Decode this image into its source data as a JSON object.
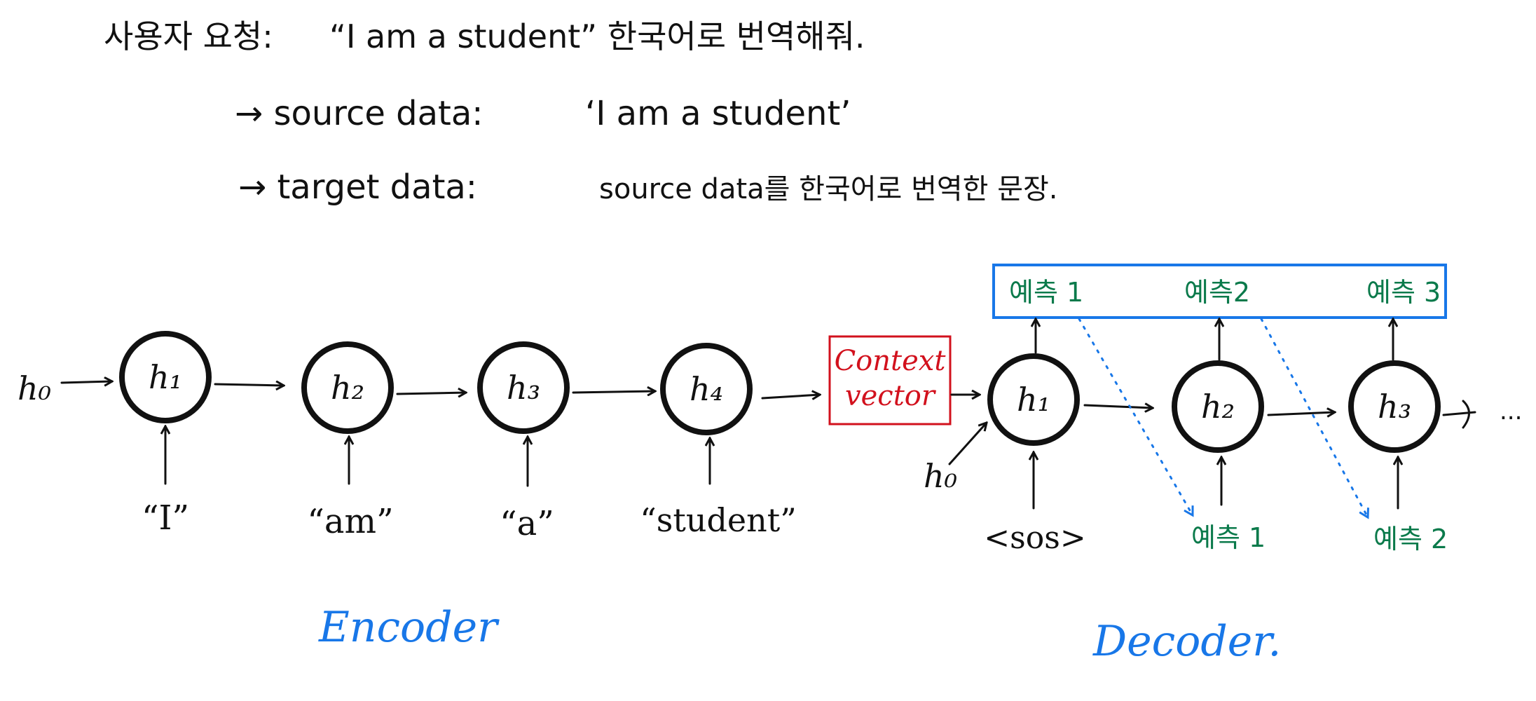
{
  "header": {
    "request_label": "사용자 요청:",
    "request_text": "“I am a student” 한국어로 번역해줘.",
    "source_label": "→ source data:",
    "source_text": "‘I am a student’",
    "target_label": "→ target data:",
    "target_text": "source data를 한국어로 번역한 문장."
  },
  "encoder": {
    "title": "Encoder",
    "h0": "h₀",
    "nodes": [
      "h₁",
      "h₂",
      "h₃",
      "h₄"
    ],
    "inputs": [
      "“I”",
      "“am”",
      "“a”",
      "“student”"
    ]
  },
  "context": {
    "line1": "Context",
    "line2": "vector"
  },
  "decoder": {
    "title": "Decoder.",
    "h0": "h₀",
    "nodes": [
      "h₁",
      "h₂",
      "h₃"
    ],
    "sos": "<sos>",
    "predictions": [
      "예측 1",
      "예측2",
      "예측 3"
    ],
    "fed_back": [
      "예측 1",
      "예측 2"
    ],
    "ellipsis": "..."
  },
  "colors": {
    "ink": "#111111",
    "blue": "#1877e8",
    "green": "#0b7a4b",
    "red": "#d2111d"
  }
}
